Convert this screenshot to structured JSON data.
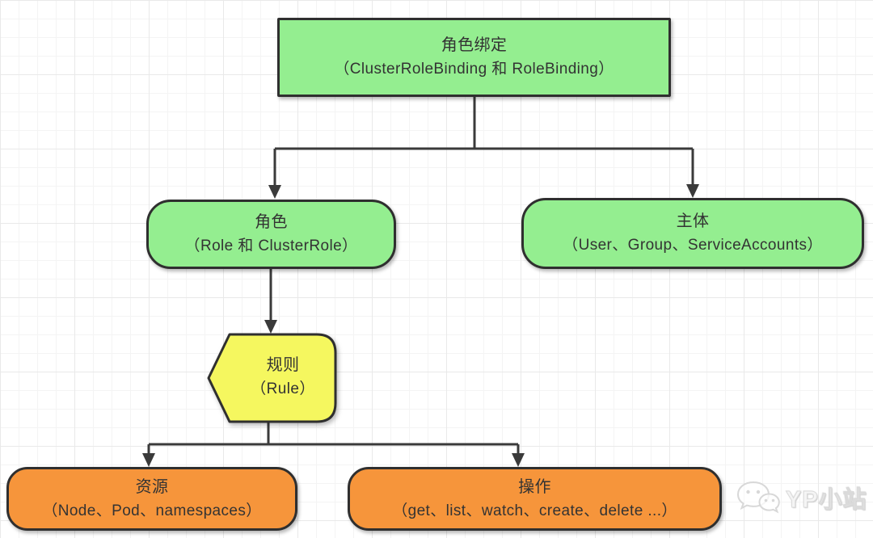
{
  "diagram": {
    "description": "Kubernetes RBAC concept flowchart",
    "nodes": {
      "role_binding": {
        "title": "角色绑定",
        "subtitle": "（ClusterRoleBinding 和 RoleBinding）",
        "shape": "rectangle",
        "fill": "#94ee90"
      },
      "role": {
        "title": "角色",
        "subtitle": "（Role 和 ClusterRole）",
        "shape": "rounded-rectangle",
        "fill": "#94ee90"
      },
      "subject": {
        "title": "主体",
        "subtitle": "（User、Group、ServiceAccounts）",
        "shape": "rounded-rectangle",
        "fill": "#94ee90"
      },
      "rule": {
        "title": "规则",
        "subtitle": "（Rule）",
        "shape": "display-pentagon",
        "fill": "#f5f75f"
      },
      "resource": {
        "title": "资源",
        "subtitle": "（Node、Pod、namespaces）",
        "shape": "rounded-rectangle",
        "fill": "#f6953b"
      },
      "action": {
        "title": "操作",
        "subtitle": "（get、list、watch、create、delete ...）",
        "shape": "rounded-rectangle",
        "fill": "#f6953b"
      }
    },
    "edges": [
      {
        "from": "role_binding",
        "to": "role"
      },
      {
        "from": "role_binding",
        "to": "subject"
      },
      {
        "from": "role",
        "to": "rule"
      },
      {
        "from": "rule",
        "to": "resource"
      },
      {
        "from": "rule",
        "to": "action"
      }
    ],
    "colors": {
      "green": "#94ee90",
      "yellow": "#f5f75f",
      "orange": "#f6953b",
      "line": "#3a3a3a",
      "border": "#2f2f2f",
      "text": "#333333",
      "grid": "#eeeeee"
    }
  },
  "watermark": {
    "label": "YP小站",
    "icon": "wechat-icon"
  }
}
